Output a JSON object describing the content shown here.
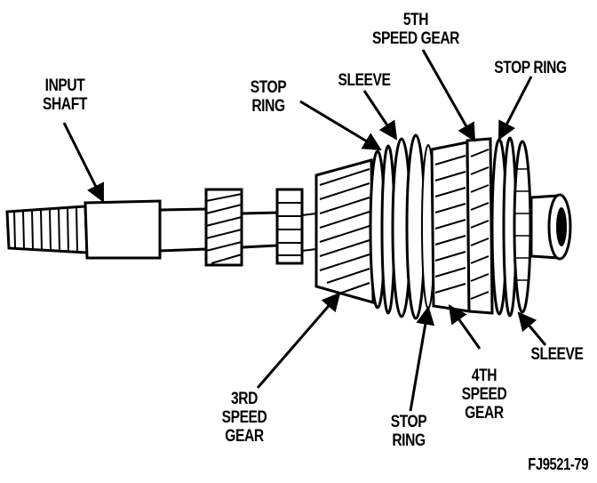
{
  "labels": {
    "input_shaft": [
      "INPUT",
      "SHAFT"
    ],
    "stop_ring_left": [
      "STOP",
      "RING"
    ],
    "sleeve_top": "SLEEVE",
    "fifth_gear": [
      "5TH",
      "SPEED GEAR"
    ],
    "stop_ring_right": "STOP RING",
    "sleeve_right": "SLEEVE",
    "third_gear": [
      "3RD",
      "SPEED",
      "GEAR"
    ],
    "stop_ring_bottom": [
      "STOP",
      "RING"
    ],
    "fourth_gear": [
      "4TH",
      "SPEED",
      "GEAR"
    ]
  },
  "figure_id": "FJ9521-79",
  "colors": {
    "ink": "#000000",
    "paper": "#ffffff"
  }
}
